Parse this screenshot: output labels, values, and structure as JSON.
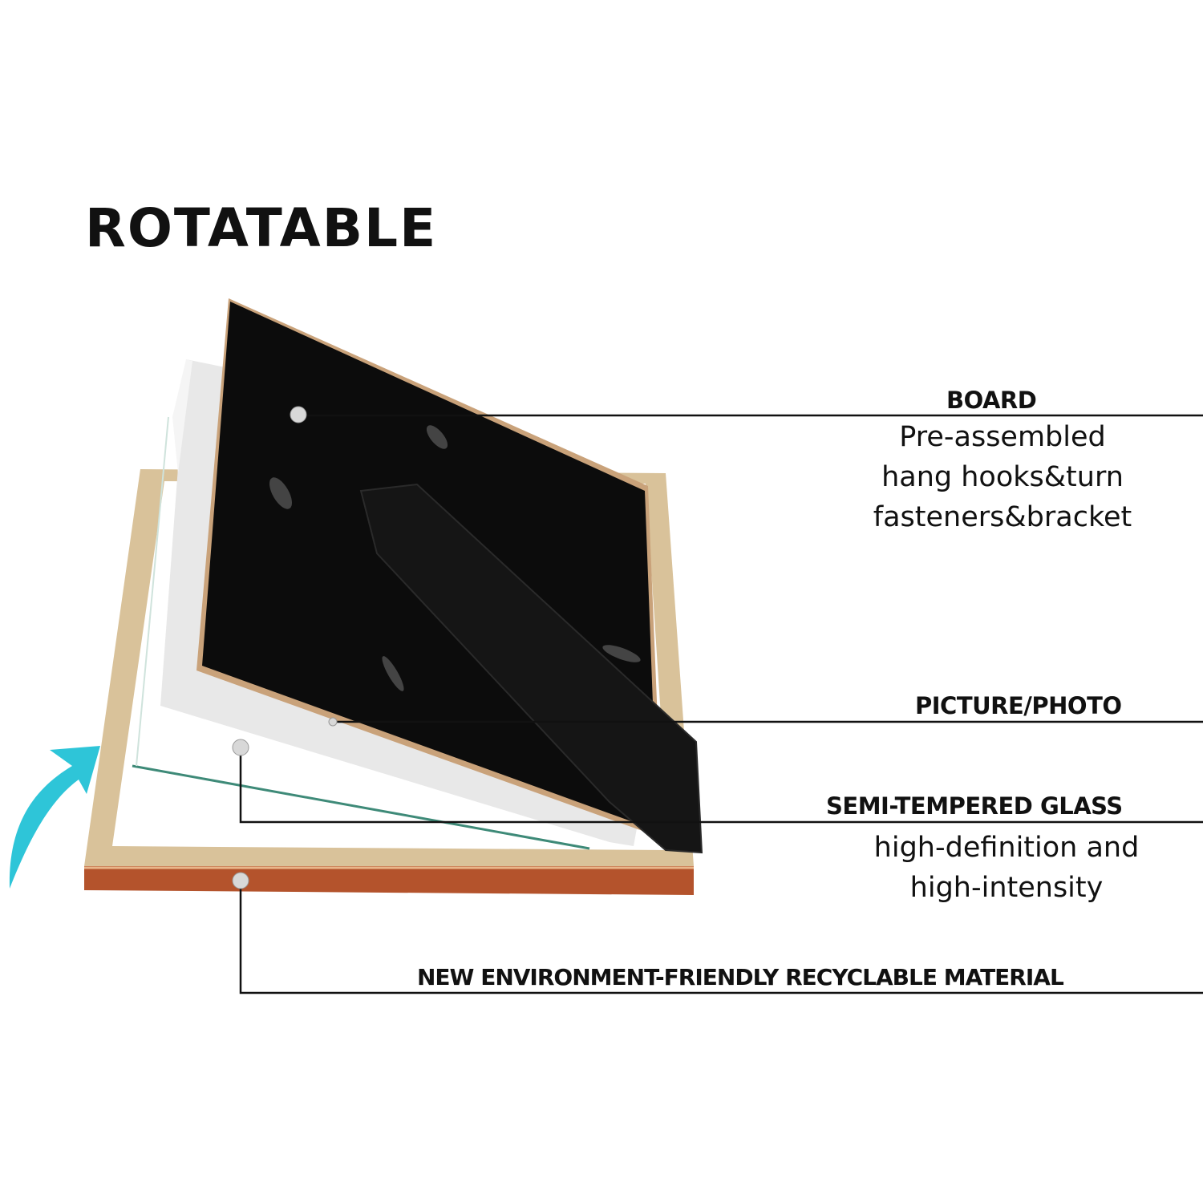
{
  "title": "ROTATABLE",
  "labels": {
    "board": {
      "heading": "BOARD",
      "lines": [
        "Pre-assembled",
        "hang hooks&turn",
        "fasteners&bracket"
      ]
    },
    "picture": {
      "heading": "PICTURE/PHOTO"
    },
    "glass": {
      "heading": "SEMI-TEMPERED GLASS",
      "lines": [
        "high-definition and",
        "high-intensity"
      ]
    },
    "material": {
      "heading": "NEW ENVIRONMENT-FRIENDLY RECYCLABLE MATERIAL"
    }
  },
  "colors": {
    "arrow": "#2ec5d8",
    "frame": "#d9c29a",
    "frame_front": "#b4532c",
    "board": "#0c0c0c",
    "glass": "#3e8a78"
  }
}
